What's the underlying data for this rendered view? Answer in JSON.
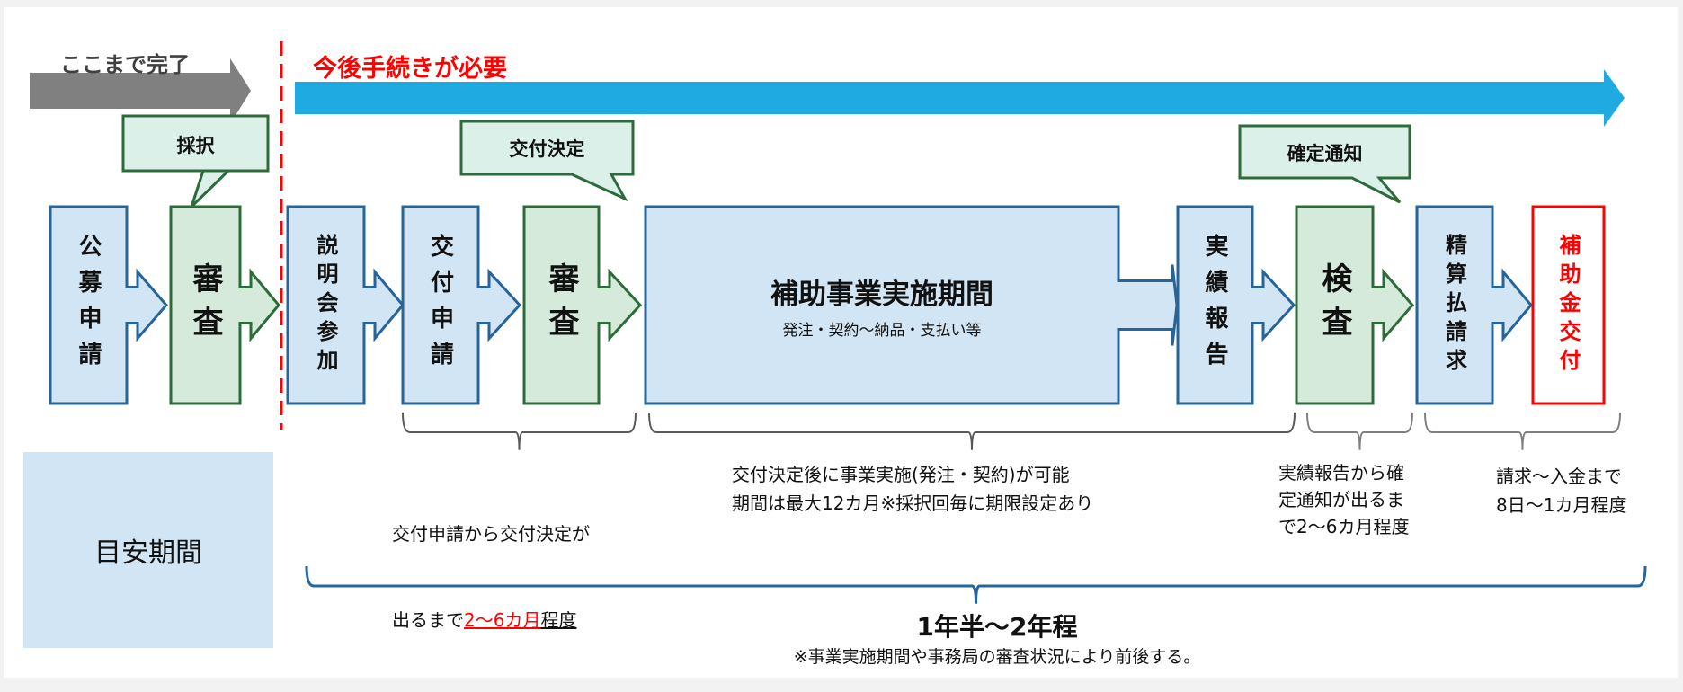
{
  "header": {
    "done_label": "ここまで完了",
    "todo_label": "今後手続きが必要"
  },
  "callouts": [
    {
      "label": "採択"
    },
    {
      "label": "交付決定"
    },
    {
      "label": "確定通知"
    }
  ],
  "steps": [
    {
      "label": "公募申請",
      "kind": "blue"
    },
    {
      "label": "審査",
      "kind": "green"
    },
    {
      "label": "説明会参加",
      "kind": "blue"
    },
    {
      "label": "交付申請",
      "kind": "blue"
    },
    {
      "label": "審査",
      "kind": "green"
    },
    {
      "label": "補助事業実施期間",
      "sub": "発注・契約～納品・支払い等",
      "kind": "blue"
    },
    {
      "label": "実績報告",
      "kind": "blue"
    },
    {
      "label": "検査",
      "kind": "green"
    },
    {
      "label": "精算払請求",
      "kind": "blue"
    },
    {
      "label": "補助金交付",
      "kind": "red"
    }
  ],
  "periods": {
    "heading": "目安期間",
    "notes": [
      {
        "line1": "交付申請から交付決定が",
        "line2_pre": "出るまで",
        "line2_highlight": "2～6カ月",
        "line2_post": "程度"
      },
      {
        "text": "交付決定後に事業実施(発注・契約)が可能\n期間は最大12カ月※採択回毎に期限設定あり"
      },
      {
        "text": "実績報告から確\n定通知が出るま\nで2～6カ月程度"
      },
      {
        "text": "請求～入金まで\n8日～1カ月程度"
      }
    ],
    "total": "1年半～2年程",
    "total_note": "※事業実施期間や事務局の審査状況により前後する。"
  },
  "colors": {
    "blue_fill": "#d2e5f4",
    "blue_stroke": "#27649a",
    "green_fill": "#d5eadb",
    "green_stroke": "#2e6b3a",
    "callout_fill": "#dcf0ea",
    "red": "#ff0000",
    "gray_arrow": "#808080",
    "blue_arrow": "#1fabe2"
  }
}
